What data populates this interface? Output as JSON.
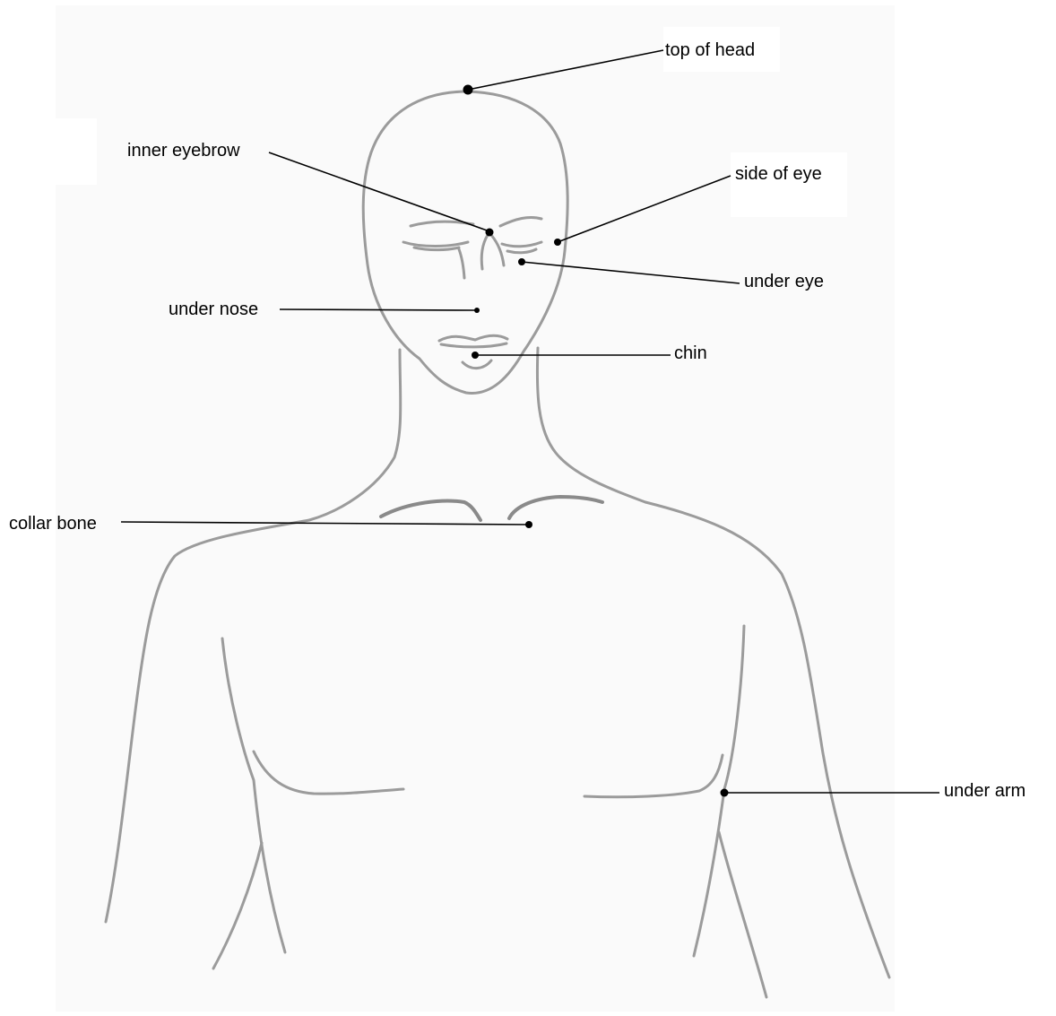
{
  "labels": {
    "top_of_head": "top of head",
    "inner_eyebrow": "inner eyebrow",
    "side_of_eye": "side of eye",
    "under_eye": "under eye",
    "under_nose": "under nose",
    "chin": "chin",
    "collar_bone": "collar bone",
    "under_arm": "under arm"
  }
}
